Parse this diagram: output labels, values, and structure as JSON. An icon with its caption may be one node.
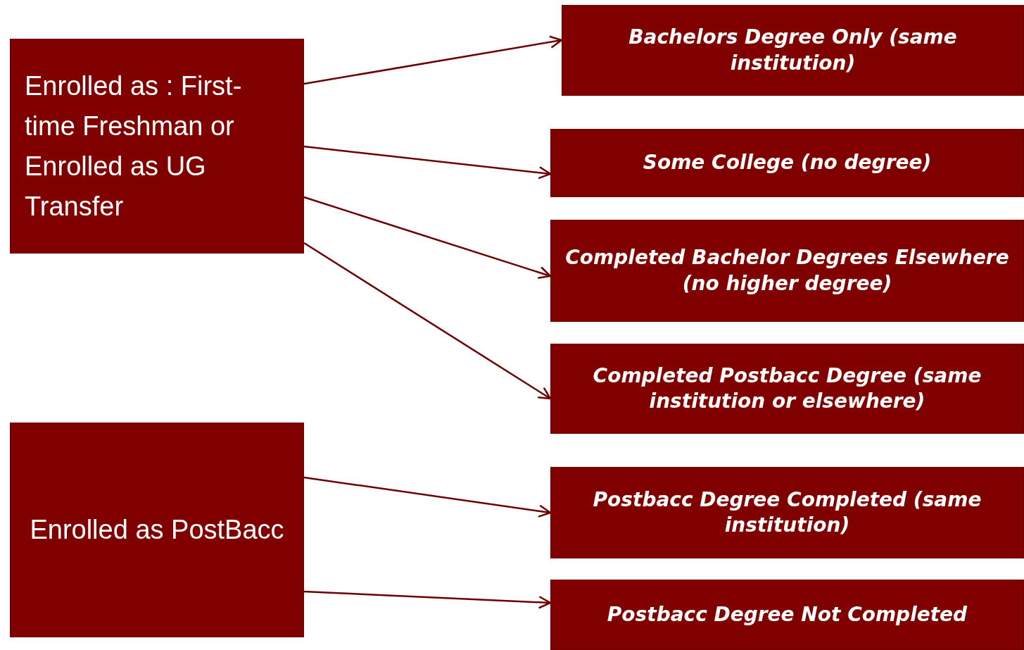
{
  "diagram": {
    "nodes": [
      {
        "text": [
          "Enrolled as : First-time Freshman or Enrolled as UG Transfer"
        ]
      },
      {
        "text": [
          "Enrolled as PostBacc"
        ]
      },
      {
        "text": [
          "Bachelors Degree Only (same institution)"
        ]
      },
      {
        "text": [
          "Some College (no degree)"
        ]
      },
      {
        "text": [
          "Completed Bachelor Degrees Elsewhere (no higher degree)"
        ]
      },
      {
        "text": [
          "Completed Postbacc Degree (same institution or elsewhere)"
        ]
      },
      {
        "text": [
          "Postbacc Degree Completed (same institution)"
        ]
      },
      {
        "text": [
          "Postbacc Degree Not Completed"
        ]
      }
    ],
    "edges": [
      {
        "from": 0,
        "to": 2,
        "arrow": "to"
      },
      {
        "from": 0,
        "to": 3,
        "arrow": "to"
      },
      {
        "from": 0,
        "to": 4,
        "arrow": "to"
      },
      {
        "from": 0,
        "to": 5,
        "arrow": "to"
      },
      {
        "from": 1,
        "to": 6,
        "arrow": "to"
      },
      {
        "from": 1,
        "to": 7,
        "arrow": "to"
      }
    ]
  }
}
